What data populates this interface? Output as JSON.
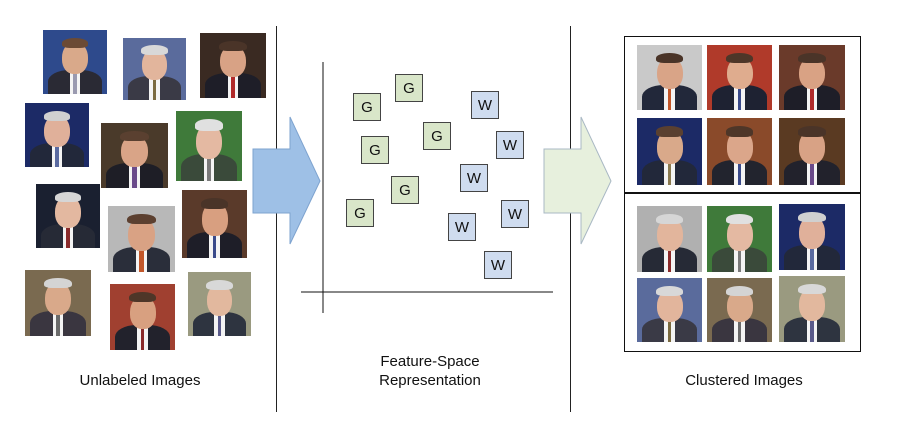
{
  "captions": {
    "left": "Unlabeled Images",
    "middle_line1": "Feature-Space",
    "middle_line2": "Representation",
    "right": "Clustered Images"
  },
  "feature_space": {
    "g_label": "G",
    "w_label": "W",
    "g_color": "#d9e6c9",
    "w_color": "#cfdcef"
  },
  "arrows": {
    "first_color": "#9ec0e6",
    "second_color": "#e7f0dd"
  }
}
